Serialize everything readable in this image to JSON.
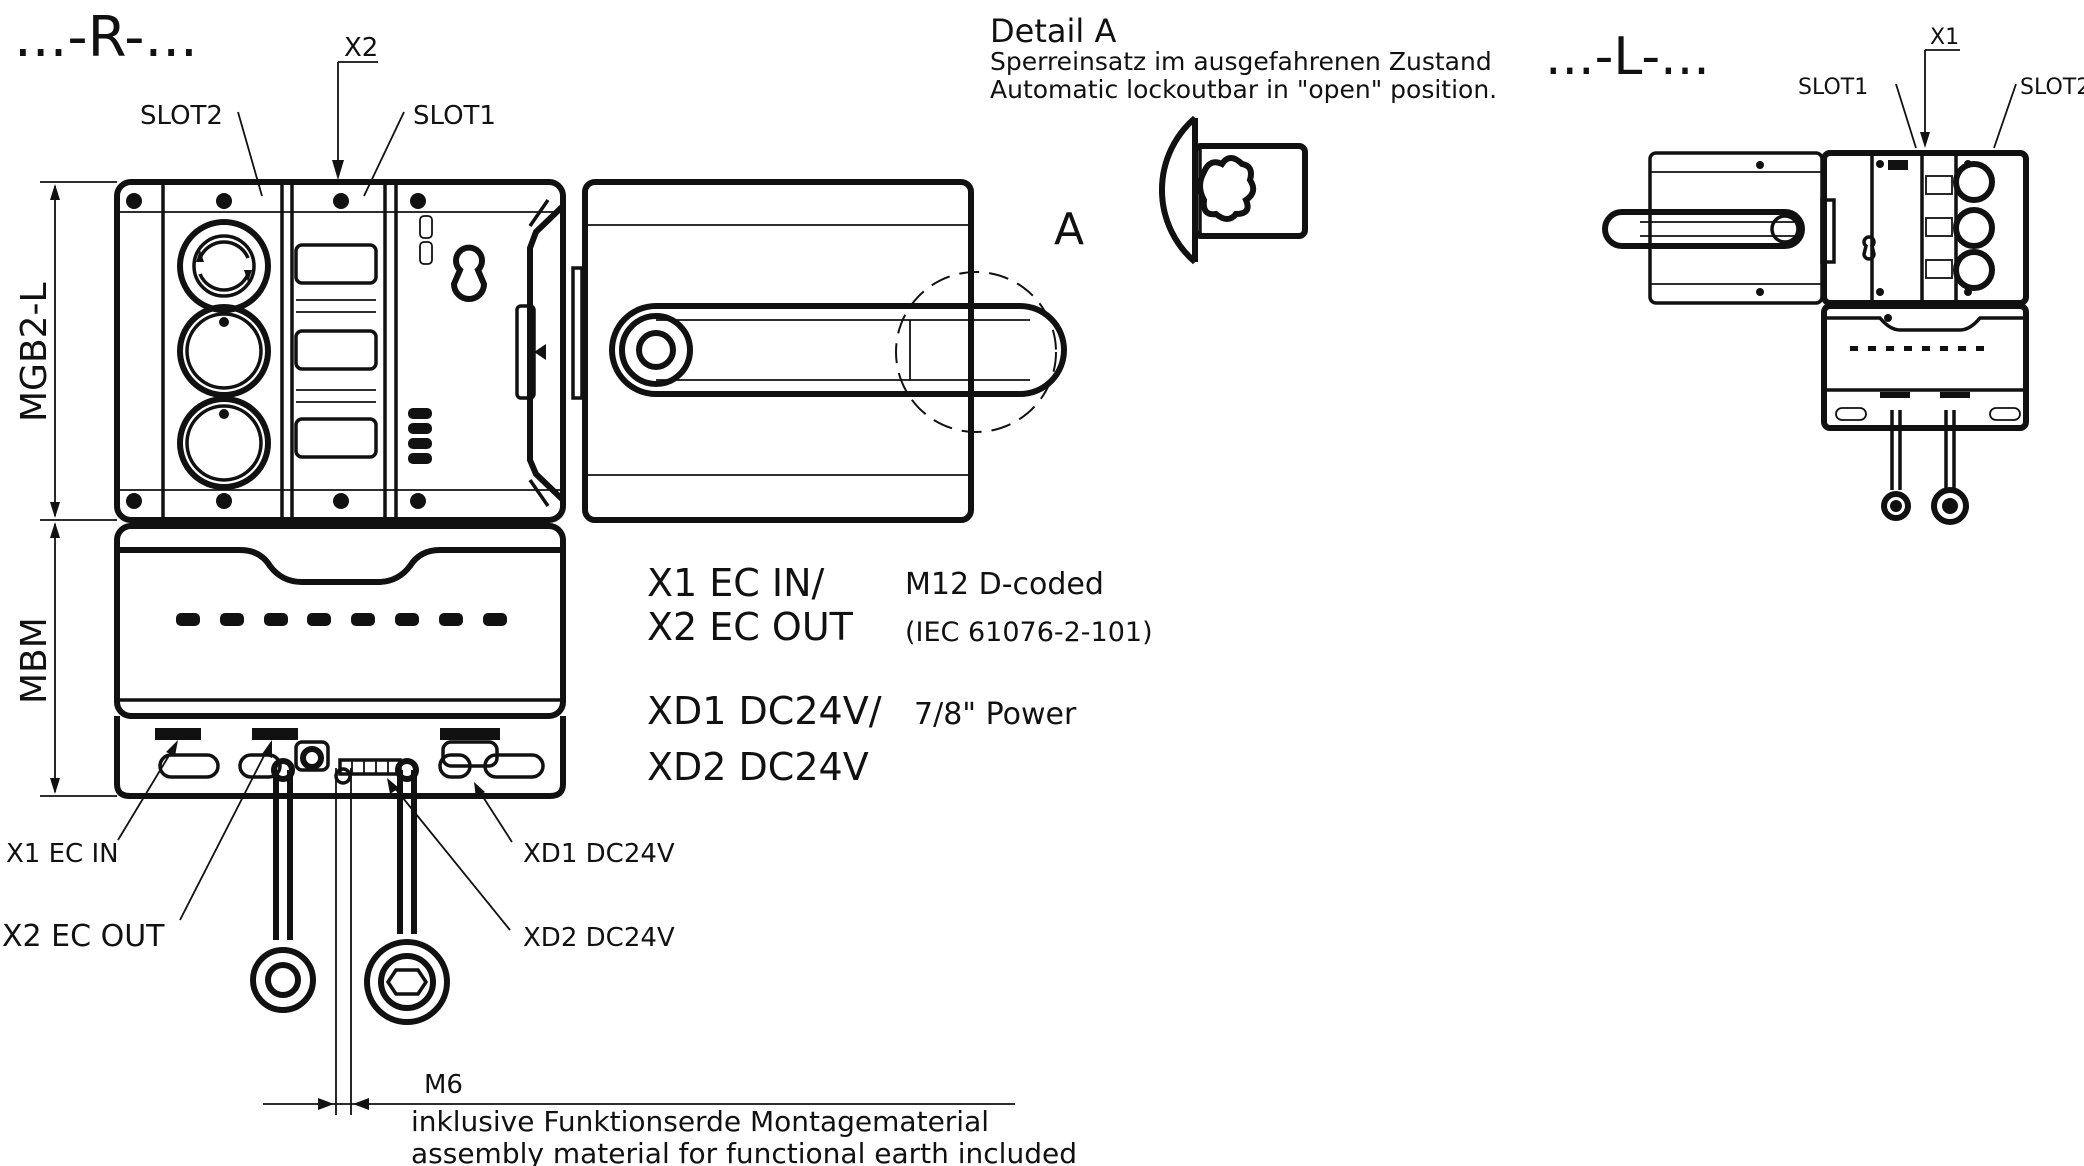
{
  "variant_right": "...-R-...",
  "variant_left": "...-L-...",
  "detail": {
    "title": "Detail A",
    "line_de": "Sperreinsatz im ausgefahrenen Zustand",
    "line_en": "Automatic lockoutbar in \"open\" position.",
    "marker": "A"
  },
  "dimensions": {
    "upper_module": "MGB2-L",
    "lower_module": "MBM"
  },
  "slots": {
    "slot1": "SLOT1",
    "slot2": "SLOT2"
  },
  "connectors": {
    "x1": "X1",
    "x2": "X2",
    "x1_ec_in": "X1 EC IN",
    "x2_ec_out": "X2 EC OUT",
    "xd1": "XD1 DC24V",
    "xd2": "XD2 DC24V"
  },
  "spec_table": [
    {
      "ports_a": "X1 EC IN/",
      "ports_b": "X2 EC OUT",
      "type": "M12 D-coded",
      "standard": "(IEC 61076-2-101)"
    },
    {
      "ports_a": "XD1 DC24V/",
      "ports_b": "XD2 DC24V",
      "type": "7/8\" Power",
      "standard": ""
    }
  ],
  "earth": {
    "thread": "M6",
    "line_de": "inklusive Funktionserde Montagematerial",
    "line_en": "assembly material for functional earth included"
  }
}
